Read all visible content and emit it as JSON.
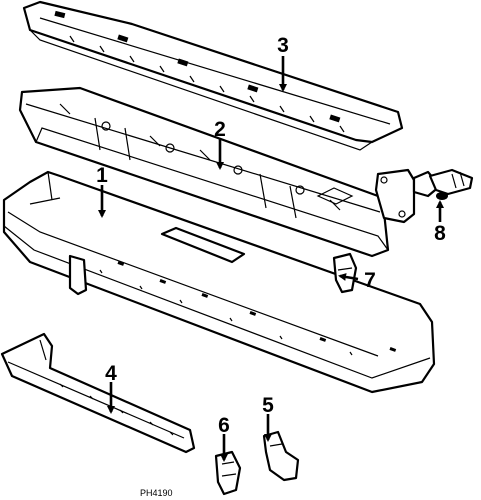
{
  "diagram": {
    "callouts": [
      "1",
      "2",
      "3",
      "4",
      "5",
      "6",
      "7",
      "8"
    ],
    "reference_code": "PH4190"
  }
}
